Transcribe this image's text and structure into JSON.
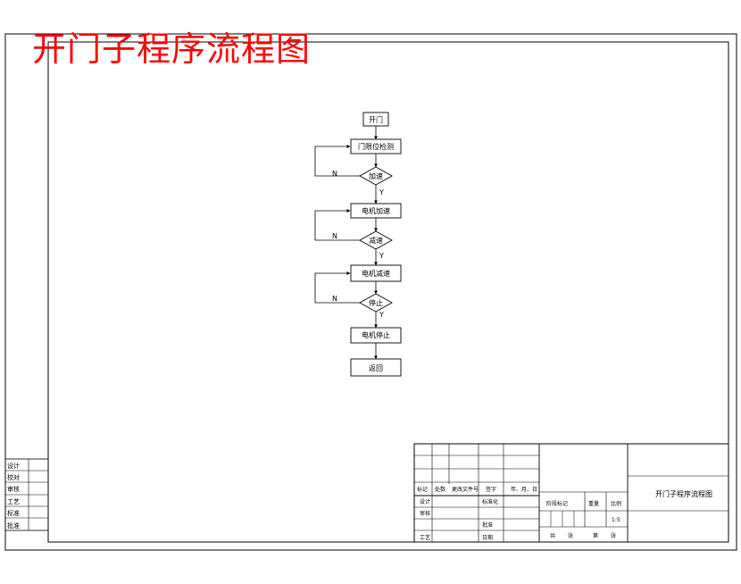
{
  "page_title": "开门子程序流程图",
  "colors": {
    "title": "#ff0000",
    "line": "#000000",
    "background": "#ffffff"
  },
  "flowchart": {
    "nodes": [
      {
        "id": "n1",
        "label": "开门",
        "shape": "process"
      },
      {
        "id": "n2",
        "label": "门限位检测",
        "shape": "process"
      },
      {
        "id": "d1",
        "label": "加速",
        "shape": "decision"
      },
      {
        "id": "n3",
        "label": "电机加速",
        "shape": "process"
      },
      {
        "id": "d2",
        "label": "减速",
        "shape": "decision"
      },
      {
        "id": "n4",
        "label": "电机减速",
        "shape": "process"
      },
      {
        "id": "d3",
        "label": "停止",
        "shape": "decision"
      },
      {
        "id": "n5",
        "label": "电机停止",
        "shape": "process"
      },
      {
        "id": "n6",
        "label": "返回",
        "shape": "process"
      }
    ],
    "edges": [
      {
        "from": "n1",
        "to": "n2",
        "label": ""
      },
      {
        "from": "n2",
        "to": "d1",
        "label": ""
      },
      {
        "from": "d1",
        "to": "n3",
        "label": "Y"
      },
      {
        "from": "d1",
        "to": "n2",
        "label": "N"
      },
      {
        "from": "n3",
        "to": "d2",
        "label": ""
      },
      {
        "from": "d2",
        "to": "n4",
        "label": "Y"
      },
      {
        "from": "d2",
        "to": "n3",
        "label": "N"
      },
      {
        "from": "n4",
        "to": "d3",
        "label": ""
      },
      {
        "from": "d3",
        "to": "n5",
        "label": "Y"
      },
      {
        "from": "d3",
        "to": "n4",
        "label": "N"
      },
      {
        "from": "n5",
        "to": "n6",
        "label": ""
      }
    ]
  },
  "side_block": {
    "labels": [
      "设计",
      "校对",
      "审核",
      "工艺",
      "标准",
      "批准"
    ]
  },
  "title_block": {
    "revision_headers": [
      "标记",
      "处数",
      "更改文件号",
      "签字",
      "年、月、日"
    ],
    "sign_labels": {
      "design": "设计",
      "check": "审核",
      "process": "工艺",
      "standardize": "标准化",
      "approve": "批准",
      "date": "日期"
    },
    "stage_label": "阶段标记",
    "weight_label": "重量",
    "scale_label": "比例",
    "scale_value": "1:5",
    "sheets_total_label": "共",
    "sheets_total_unit": "张",
    "sheet_no_label": "第",
    "sheet_no_unit": "张",
    "drawing_name": "开门子程序流程图"
  }
}
